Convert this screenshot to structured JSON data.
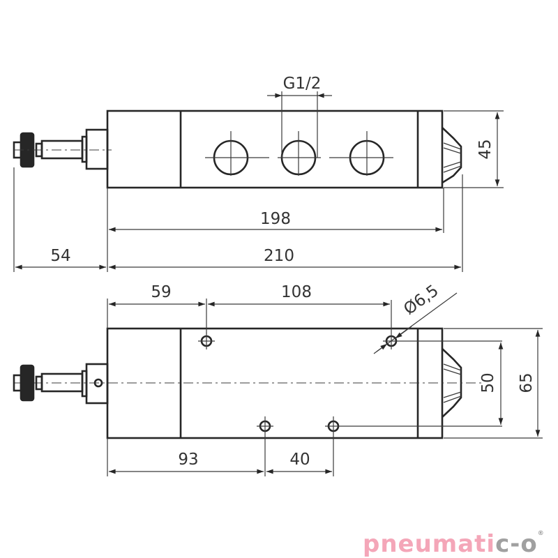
{
  "drawing": {
    "top_view": {
      "port_thread_label": "G1/2",
      "height_label": "45",
      "body_length_label": "198",
      "total_length_label": "210",
      "actuator_length_label": "54"
    },
    "bottom_view": {
      "hole_offset_label": "59",
      "hole_spacing_top_label": "108",
      "hole_diameter_label": "Ø6,5",
      "hole_offset_bottom_label": "93",
      "hole_spacing_bottom_label": "40",
      "hole_vertical_spacing_label": "50",
      "total_height_label": "65"
    }
  },
  "brand": {
    "name_pink": "pneumati",
    "name_grey": "c-o",
    "mark": "®",
    "colors": {
      "pink": "#f4a6b8",
      "grey": "#a0a0a0"
    }
  }
}
